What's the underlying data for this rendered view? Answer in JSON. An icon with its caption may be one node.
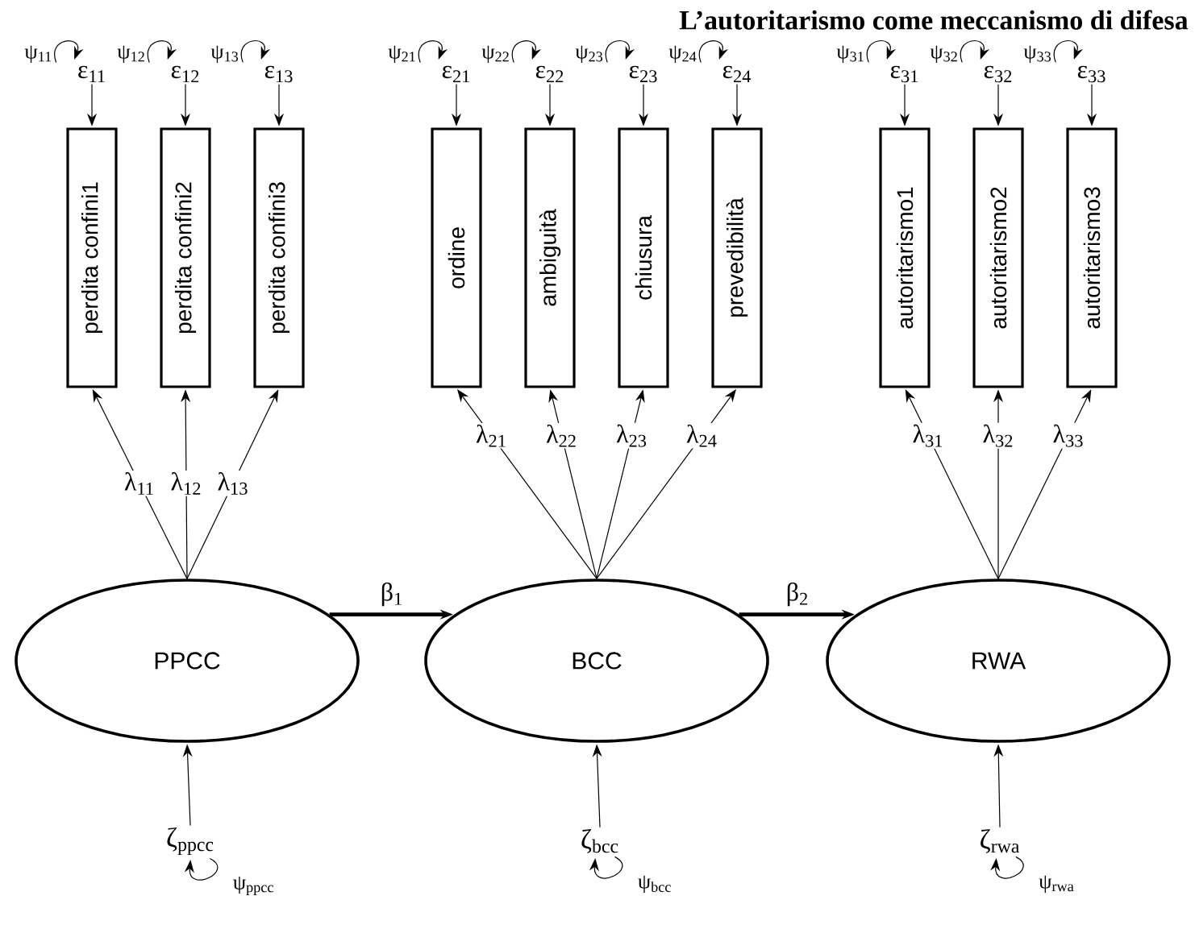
{
  "diagram": {
    "title": "L’autoritarismo come meccanismo di difesa",
    "nodes": [
      {
        "text": [
          "ε$_{11}$"
        ]
      },
      {
        "text": [
          "ε$_{12}$"
        ]
      },
      {
        "text": [
          "ε$_{13}$"
        ]
      },
      {
        "text": [
          "ε$_{21}$"
        ]
      },
      {
        "text": [
          "ε$_{22}$"
        ]
      },
      {
        "text": [
          "ε$_{23}$"
        ]
      },
      {
        "text": [
          "ε$_{24}$"
        ]
      },
      {
        "text": [
          "ε$_{31}$"
        ]
      },
      {
        "text": [
          "ε$_{32}$"
        ]
      },
      {
        "text": [
          "ε$_{33}$"
        ]
      },
      {
        "text": [
          "perdita confini1"
        ]
      },
      {
        "text": [
          "perdita confini2"
        ]
      },
      {
        "text": [
          "perdita confini3"
        ]
      },
      {
        "text": [
          "ordine"
        ]
      },
      {
        "text": [
          "ambiguità"
        ]
      },
      {
        "text": [
          "chiusura"
        ]
      },
      {
        "text": [
          "prevedibilità"
        ]
      },
      {
        "text": [
          "autoritarismo1"
        ]
      },
      {
        "text": [
          "autoritarismo2"
        ]
      },
      {
        "text": [
          "autoritarismo3"
        ]
      },
      {
        "text": [
          "PPCC"
        ]
      },
      {
        "text": [
          "BCC"
        ]
      },
      {
        "text": [
          "RWA"
        ]
      },
      {
        "text": [
          "ζ$_{ppcc}$"
        ]
      },
      {
        "text": [
          "ζ$_{bcc}$"
        ]
      },
      {
        "text": [
          "ζ$_{rwa}$"
        ]
      }
    ],
    "edges": [
      {
        "from": 0,
        "to": 10,
        "arrow": "to"
      },
      {
        "from": 1,
        "to": 11,
        "arrow": "to"
      },
      {
        "from": 2,
        "to": 12,
        "arrow": "to"
      },
      {
        "from": 3,
        "to": 13,
        "arrow": "to"
      },
      {
        "from": 4,
        "to": 14,
        "arrow": "to"
      },
      {
        "from": 5,
        "to": 15,
        "arrow": "to"
      },
      {
        "from": 6,
        "to": 16,
        "arrow": "to"
      },
      {
        "from": 7,
        "to": 17,
        "arrow": "to"
      },
      {
        "from": 8,
        "to": 18,
        "arrow": "to"
      },
      {
        "from": 9,
        "to": 19,
        "arrow": "to"
      },
      {
        "from": 0,
        "to": 0,
        "arrow": "to",
        "label": "ψ$_{11}$"
      },
      {
        "from": 1,
        "to": 1,
        "arrow": "to",
        "label": "ψ$_{12}$"
      },
      {
        "from": 2,
        "to": 2,
        "arrow": "to",
        "label": "ψ$_{13}$"
      },
      {
        "from": 3,
        "to": 3,
        "arrow": "to",
        "label": "ψ$_{21}$"
      },
      {
        "from": 4,
        "to": 4,
        "arrow": "to",
        "label": "ψ$_{22}$"
      },
      {
        "from": 5,
        "to": 5,
        "arrow": "to",
        "label": "ψ$_{23}$"
      },
      {
        "from": 6,
        "to": 6,
        "arrow": "to",
        "label": "ψ$_{24}$"
      },
      {
        "from": 7,
        "to": 7,
        "arrow": "to",
        "label": "ψ$_{31}$"
      },
      {
        "from": 8,
        "to": 8,
        "arrow": "to",
        "label": "ψ$_{32}$"
      },
      {
        "from": 9,
        "to": 9,
        "arrow": "to",
        "label": "ψ$_{33}$"
      },
      {
        "from": 20,
        "to": 10,
        "arrow": "to",
        "label": "λ$_{11}$"
      },
      {
        "from": 20,
        "to": 11,
        "arrow": "to",
        "label": "λ$_{12}$"
      },
      {
        "from": 20,
        "to": 12,
        "arrow": "to",
        "label": "λ$_{13}$"
      },
      {
        "from": 21,
        "to": 13,
        "arrow": "to",
        "label": "λ$_{21}$"
      },
      {
        "from": 21,
        "to": 14,
        "arrow": "to",
        "label": "λ$_{22}$"
      },
      {
        "from": 21,
        "to": 15,
        "arrow": "to",
        "label": "λ$_{23}$"
      },
      {
        "from": 21,
        "to": 16,
        "arrow": "to",
        "label": "λ$_{24}$"
      },
      {
        "from": 22,
        "to": 17,
        "arrow": "to",
        "label": "λ$_{31}$"
      },
      {
        "from": 22,
        "to": 18,
        "arrow": "to",
        "label": "λ$_{32}$"
      },
      {
        "from": 22,
        "to": 19,
        "arrow": "to",
        "label": "λ$_{33}$"
      },
      {
        "from": 20,
        "to": 21,
        "arrow": "to",
        "label": "β$_{1}$",
        "style": "thick"
      },
      {
        "from": 21,
        "to": 22,
        "arrow": "to",
        "label": "β$_{2}$",
        "style": "thick"
      },
      {
        "from": 23,
        "to": 20,
        "arrow": "to"
      },
      {
        "from": 24,
        "to": 21,
        "arrow": "to"
      },
      {
        "from": 25,
        "to": 22,
        "arrow": "to"
      },
      {
        "from": 23,
        "to": 23,
        "arrow": "to",
        "label": "ψ$_{ppcc}$"
      },
      {
        "from": 24,
        "to": 24,
        "arrow": "to",
        "label": "ψ$_{bcc}$"
      },
      {
        "from": 25,
        "to": 25,
        "arrow": "to",
        "label": "ψ$_{rwa}$"
      }
    ]
  }
}
